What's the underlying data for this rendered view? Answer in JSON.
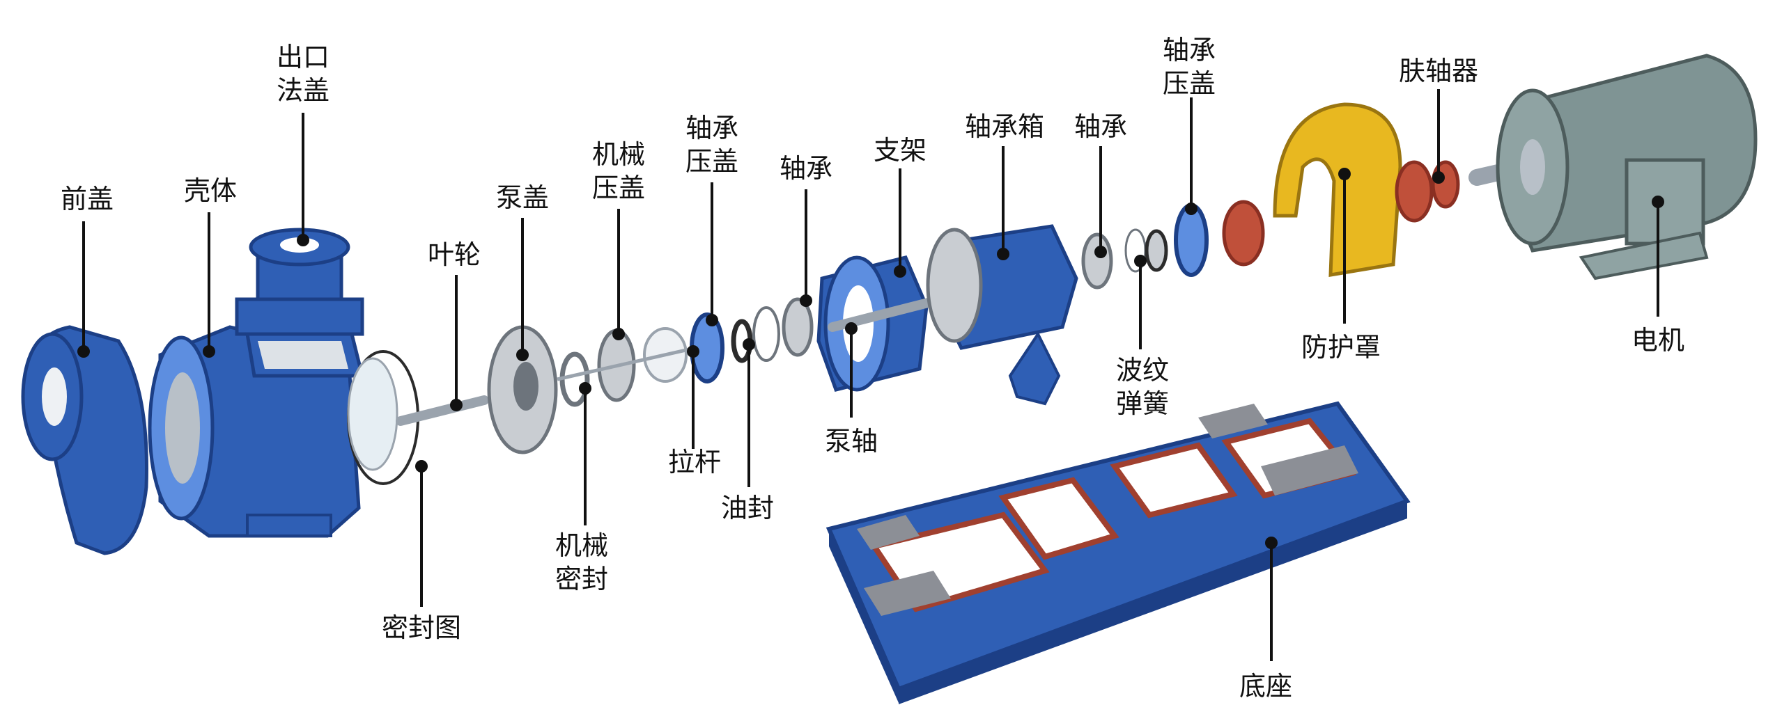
{
  "colors": {
    "body_blue": "#2f5fb5",
    "dark_blue": "#1c3f86",
    "light_blue": "#5d8ee0",
    "steel": "#9aa3ad",
    "rubber": "#2b2b2b",
    "guard_yellow": "#e8b820",
    "coupling_red": "#c0503a",
    "motor_gray": "#7f9494",
    "base_red": "#a0402f",
    "leader": "#111111"
  },
  "labels": {
    "front_cover": [
      "前盖"
    ],
    "shell": [
      "壳体"
    ],
    "outlet_flange": [
      "出口",
      "法盖"
    ],
    "impeller": [
      "叶轮"
    ],
    "seal_ring": [
      "密封图"
    ],
    "pump_cover": [
      "泵盖"
    ],
    "mech_gland": [
      "机械",
      "压盖"
    ],
    "mech_seal": [
      "机械",
      "密封"
    ],
    "bearing_gland_1": [
      "轴承",
      "压盖"
    ],
    "tie_rod": [
      "拉杆"
    ],
    "bearing_1": [
      "轴承"
    ],
    "oil_seal": [
      "油封"
    ],
    "bracket": [
      "支架"
    ],
    "pump_shaft": [
      "泵轴"
    ],
    "bearing_box": [
      "轴承箱"
    ],
    "bearing_2": [
      "轴承"
    ],
    "wave_spring": [
      "波纹",
      "弹簧"
    ],
    "bearing_gland_2": [
      "轴承",
      "压盖"
    ],
    "guard": [
      "防护罩"
    ],
    "coupling": [
      "肤轴器"
    ],
    "motor": [
      "电机"
    ],
    "base": [
      "底座"
    ]
  }
}
